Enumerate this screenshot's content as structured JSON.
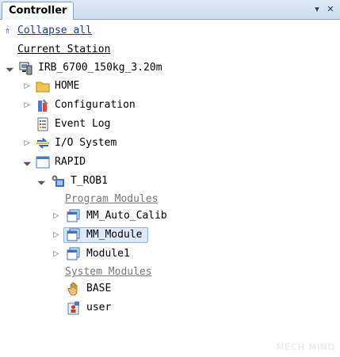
{
  "window": {
    "tab_title": "Controller"
  },
  "toolbar": {
    "collapse_label": "Collapse all",
    "pin_symbol": "▾",
    "close_symbol": "✕"
  },
  "tree": {
    "current_station_label": "Current Station",
    "station": "IRB_6700_150kg_3.20m",
    "home": "HOME",
    "configuration": "Configuration",
    "event_log": "Event Log",
    "io_system": "I/O System",
    "rapid": "RAPID",
    "task": "T_ROB1",
    "program_modules_label": "Program Modules",
    "program_modules": [
      "MM_Auto_Calib",
      "MM_Module",
      "Module1"
    ],
    "system_modules_label": "System Modules",
    "system_modules": [
      "BASE",
      "user"
    ]
  },
  "watermark": "MECH MIND"
}
